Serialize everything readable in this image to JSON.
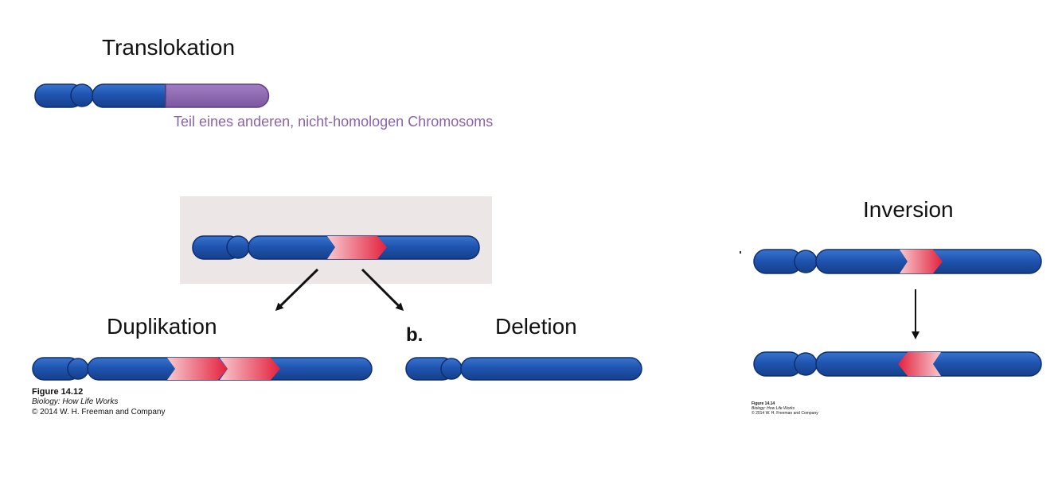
{
  "translocation": {
    "title": "Translokation",
    "note": "Teil eines anderen, nicht-homologen Chromosoms"
  },
  "duplication": {
    "title": "Duplikation"
  },
  "deletion": {
    "title": "Deletion",
    "panel_letter": "b."
  },
  "inversion": {
    "title": "Inversion"
  },
  "caption_left": {
    "figure": "Figure 14.12",
    "book": "Biology: How Life Works",
    "copyright": "© 2014 W. H. Freeman and Company"
  },
  "caption_right": {
    "figure": "Figure 14.14",
    "book": "Biology: How Life Works",
    "copyright": "© 2014 W. H. Freeman and Company"
  },
  "colors": {
    "chromosome_blue": "#1f55b0",
    "chromosome_edge": "#0e2f70",
    "translocated_purple": "#8a63ad",
    "segment_red": "#e8324a",
    "panel_bg": "#ece6e6"
  }
}
